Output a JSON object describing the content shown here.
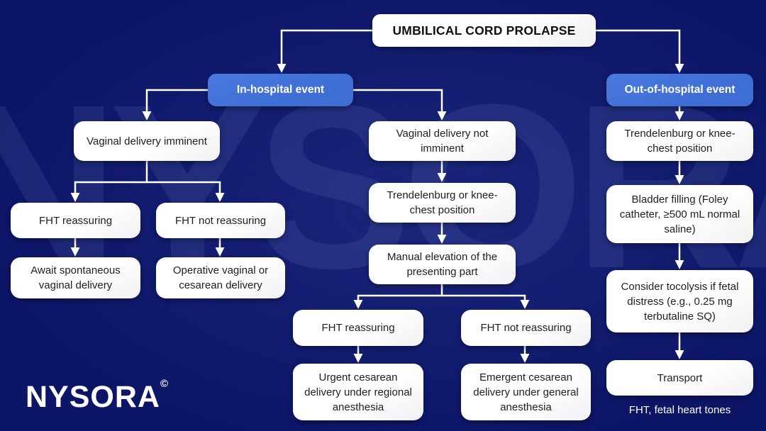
{
  "colors": {
    "canvas_bg": "#0c1566",
    "accent_blue": "#3e6dd4",
    "box_bg": "#ffffff",
    "box_text": "#1e1e1e",
    "arrow": "#ffffff"
  },
  "watermark": "NYSORA©",
  "title": "UMBILICAL CORD PROLAPSE",
  "nodes": {
    "in_hospital": "In-hospital event",
    "out_of_hospital": "Out-of-hospital event",
    "vaginal_delivery_imminent": "Vaginal delivery imminent",
    "vaginal_delivery_not_imminent": "Vaginal delivery not imminent",
    "fht_reassuring_left": "FHT reassuring",
    "fht_not_reassuring_left": "FHT not reassuring",
    "await_spontaneous": "Await spontaneous vaginal delivery",
    "operative_delivery": "Operative vaginal or cesarean delivery",
    "trendelenburg_center": "Trendelenburg or knee-chest position",
    "manual_elevation": "Manual elevation of the presenting part",
    "fht_reassuring_center": "FHT reassuring",
    "fht_not_reassuring_center": "FHT not reassuring",
    "urgent_cesarean": "Urgent cesarean delivery under regional anesthesia",
    "emergent_cesarean": "Emergent cesarean delivery under general anesthesia",
    "trendelenburg_right": "Trendelenburg or knee-chest position",
    "bladder_filling": "Bladder filling (Foley catheter, ≥500 mL normal saline)",
    "consider_tocolysis": "Consider tocolysis if fetal distress (e.g., 0.25 mg terbutaline SQ)",
    "transport": "Transport"
  },
  "footer": {
    "logo": "NYSORA",
    "logo_symbol": "©",
    "abbreviation_note": "FHT, fetal heart tones"
  }
}
